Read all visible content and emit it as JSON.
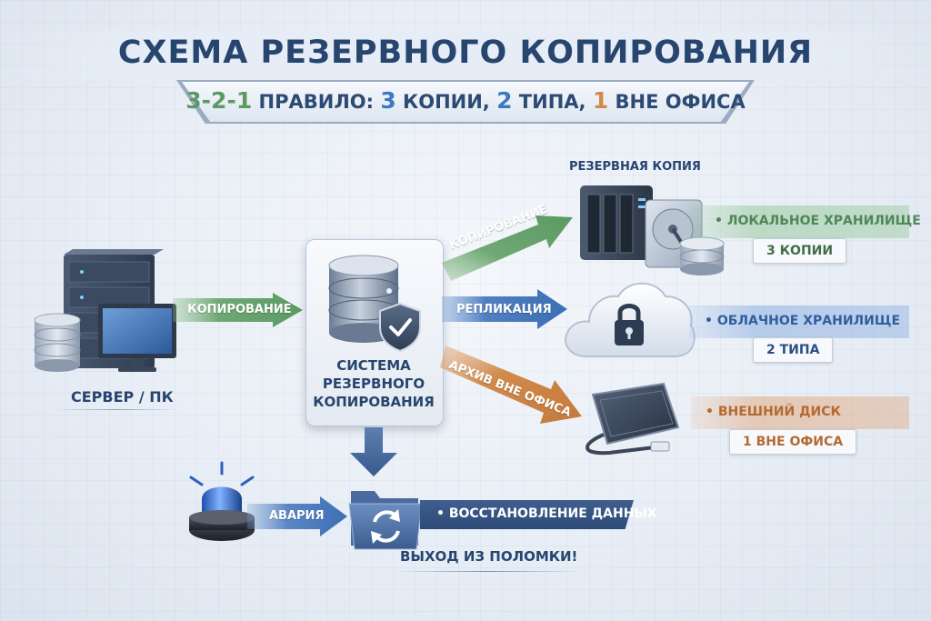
{
  "title": "СХЕМА РЕЗЕРВНОГО КОПИРОВАНИЯ",
  "subtitle": {
    "n1": "3-2-1",
    "t1": " ПРАВИЛО: ",
    "n2": "3",
    "t2": " КОПИИ, ",
    "n3": "2",
    "t3": " ТИПА, ",
    "n4": "1",
    "t4": " ВНЕ ОФИСА"
  },
  "source": {
    "label": "СЕРВЕР / ПК"
  },
  "arrows": {
    "source_to_system": "КОПИРОВАНИЕ",
    "to_local": "КОПИРОВАНИЕ",
    "to_cloud": "РЕПЛИКАЦИЯ",
    "to_external": "АРХИВ ВНЕ ОФИСА",
    "alarm": "АВАРИЯ"
  },
  "system": {
    "label": "СИСТЕМА РЕЗЕРВНОГО КОПИРОВАНИЯ"
  },
  "backup_caption": "РЕЗЕРВНАЯ КОПИЯ",
  "targets": [
    {
      "name": "• ЛОКАЛЬНОЕ ХРАНИЛИЩЕ",
      "chip": "3 КОПИИ",
      "color": "#5b9a63"
    },
    {
      "name": "• ОБЛАЧНОЕ ХРАНИЛИЩЕ",
      "chip": "2 ТИПА",
      "color": "#3d6fb5"
    },
    {
      "name": "• ВНЕШНИЙ ДИСК",
      "chip": "1 ВНЕ ОФИСА",
      "color": "#c47a3c"
    }
  ],
  "recovery": {
    "label": "• ВОССТАНОВЛЕНИЕ ДАННЫХ",
    "exit": "ВЫХОД ИЗ ПОЛОМКИ!"
  },
  "colors": {
    "navy": "#27456e",
    "green": "#5b9a63",
    "blue": "#3d78c4",
    "orange": "#d08a4a"
  },
  "icons": [
    "server-rack-icon",
    "database-icon",
    "monitor-icon",
    "database-shield-icon",
    "nas-icon",
    "hard-drive-icon",
    "cloud-lock-icon",
    "external-drive-icon",
    "alarm-beacon-icon",
    "folder-sync-icon"
  ]
}
